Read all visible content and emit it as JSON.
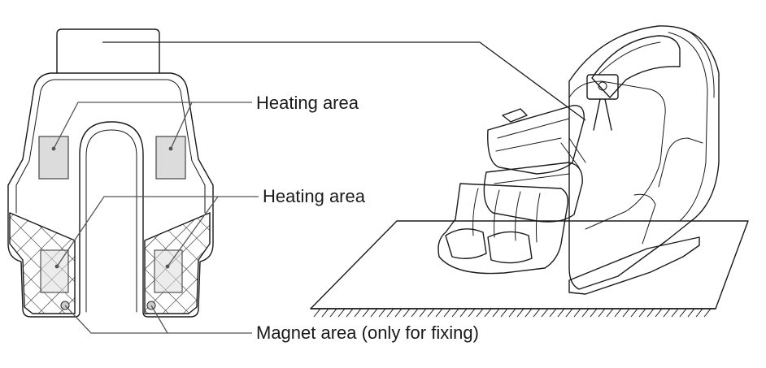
{
  "callouts": {
    "heating_area_upper": "Heating area",
    "heating_area_lower": "Heating area",
    "magnet_area": "Magnet area (only for fixing)"
  },
  "colors": {
    "line": "#1a1a1a",
    "leader": "#555555",
    "heating_pad_fill": "#dcdcdc"
  },
  "icons": {
    "hatched_floor": "floor-hatch",
    "crosshatch_panel": "diamond-quilt-pattern"
  }
}
